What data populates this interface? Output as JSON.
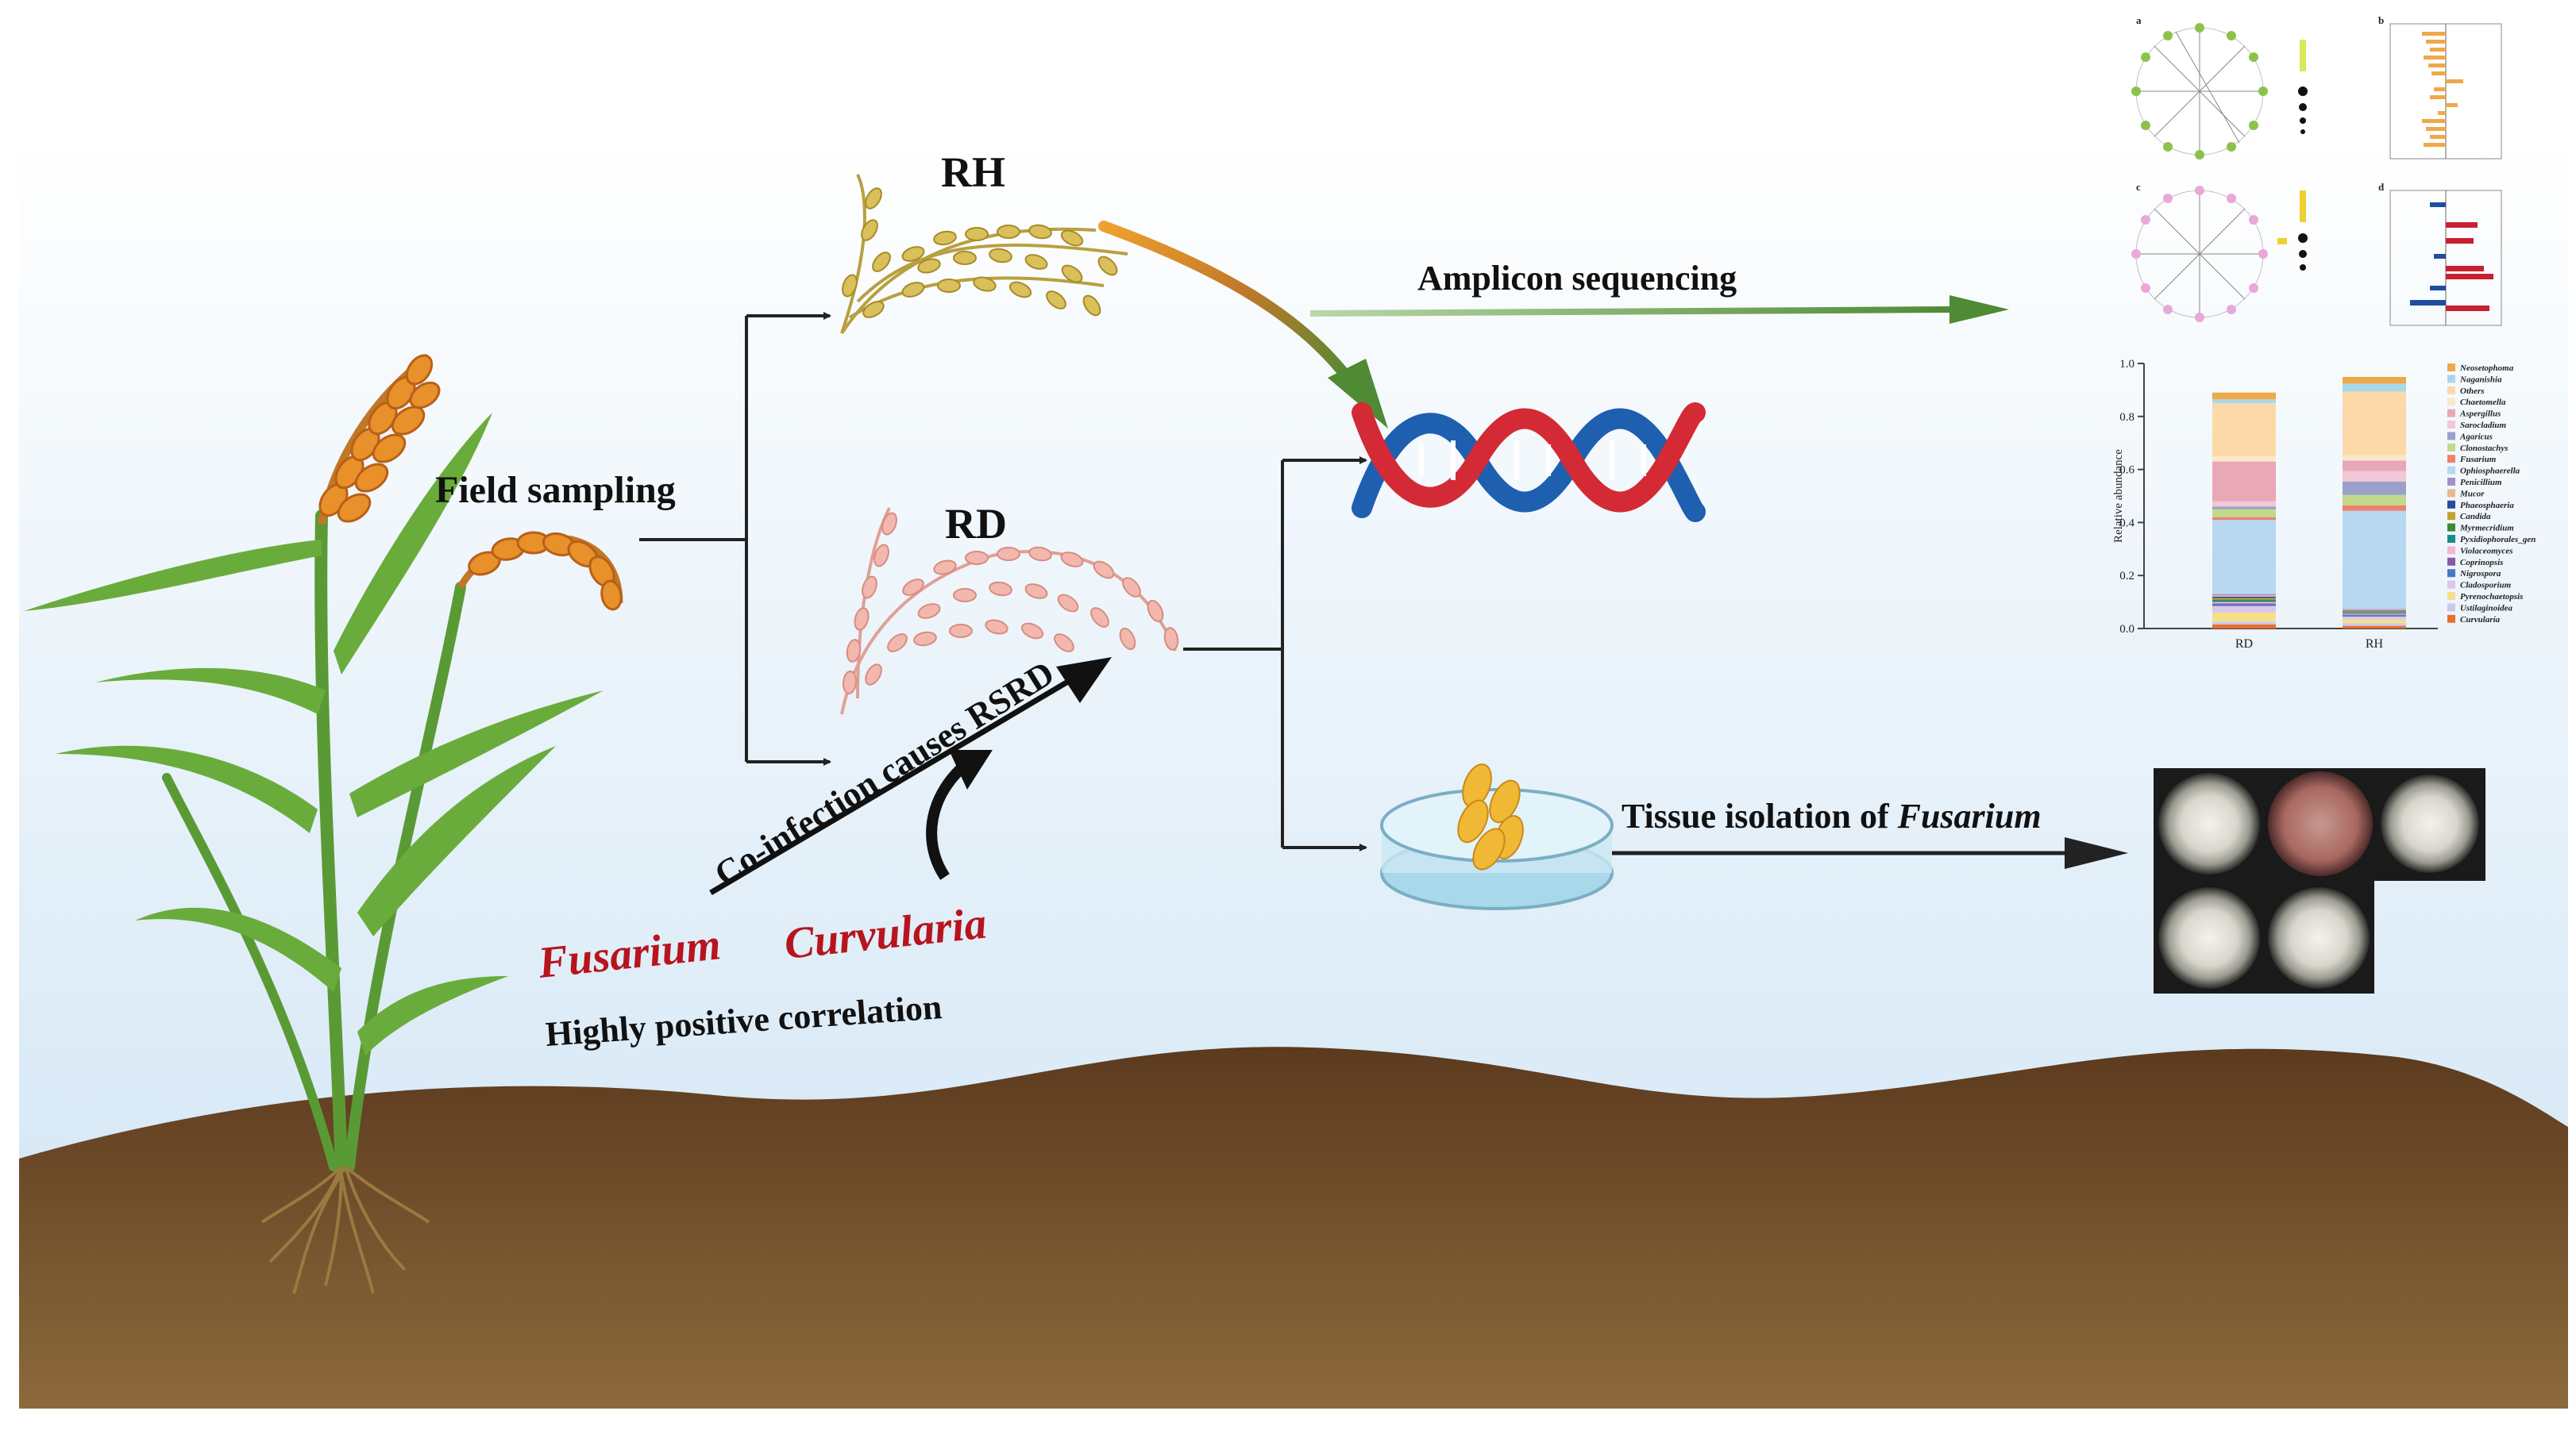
{
  "labels": {
    "rh": "RH",
    "rd": "RD",
    "field_sampling": "Field sampling",
    "amplicon": "Amplicon sequencing",
    "tissue_prefix": "Tissue isolation of ",
    "tissue_genus": "Fusarium",
    "coinfection": "Co-infection causes RSRD",
    "fusarium": "Fusarium",
    "curvularia": "Curvularia",
    "correlation": "Highly positive correlation"
  },
  "panel_letters": [
    "a",
    "b",
    "c",
    "d"
  ],
  "colors": {
    "sky_top": "#ffffff",
    "sky_bottom": "#cfe4f4",
    "soil_top": "#5c3a1e",
    "soil_bottom": "#8c6a3c",
    "accent_red": "#b8141e",
    "arrow_green": "#4f8a35"
  },
  "chart_data": {
    "type": "bar",
    "stacked": true,
    "categories": [
      "RD",
      "RH"
    ],
    "ylabel": "Relative abundance",
    "ylim": [
      0,
      1.0
    ],
    "yticks": [
      "0.0",
      "0.2",
      "0.4",
      "0.6",
      "0.8",
      "1.0"
    ],
    "legend_position": "right",
    "series": [
      {
        "name": "Curvularia",
        "color": "#e8702a",
        "values": [
          0.015,
          0.01
        ]
      },
      {
        "name": "Ustilaginoidea",
        "color": "#c8c8f0",
        "values": [
          0.01,
          0.01
        ]
      },
      {
        "name": "Pyrenochaetopsis",
        "color": "#f5e08a",
        "values": [
          0.035,
          0.015
        ]
      },
      {
        "name": "Cladosporium",
        "color": "#d9c7ec",
        "values": [
          0.025,
          0.01
        ]
      },
      {
        "name": "Nigrospora",
        "color": "#4a78c8",
        "values": [
          0.005,
          0.005
        ]
      },
      {
        "name": "Coprinopsis",
        "color": "#8a5aa8",
        "values": [
          0.005,
          0.003
        ]
      },
      {
        "name": "Violaceomyces",
        "color": "#f4b8d0",
        "values": [
          0.005,
          0.003
        ]
      },
      {
        "name": "Pyxidiophorales_gen",
        "color": "#1a8a8a",
        "values": [
          0.005,
          0.003
        ]
      },
      {
        "name": "Myrmecridium",
        "color": "#3a8a3a",
        "values": [
          0.005,
          0.003
        ]
      },
      {
        "name": "Candida",
        "color": "#c8a030",
        "values": [
          0.005,
          0.003
        ]
      },
      {
        "name": "Phaeosphaeria",
        "color": "#2a4aa0",
        "values": [
          0.005,
          0.003
        ]
      },
      {
        "name": "Mucor",
        "color": "#e8b890",
        "values": [
          0.005,
          0.003
        ]
      },
      {
        "name": "Penicillium",
        "color": "#a090d0",
        "values": [
          0.005,
          0.003
        ]
      },
      {
        "name": "Ophiosphaerella",
        "color": "#b8d8f0",
        "values": [
          0.28,
          0.37
        ]
      },
      {
        "name": "Fusarium",
        "color": "#f08070",
        "values": [
          0.01,
          0.02
        ]
      },
      {
        "name": "Clonostachys",
        "color": "#c2d88a",
        "values": [
          0.03,
          0.04
        ]
      },
      {
        "name": "Agaricus",
        "color": "#9aa0c8",
        "values": [
          0.01,
          0.05
        ]
      },
      {
        "name": "Sarocladium",
        "color": "#f0c8d8",
        "values": [
          0.02,
          0.04
        ]
      },
      {
        "name": "Aspergillus",
        "color": "#e8a8b8",
        "values": [
          0.15,
          0.04
        ]
      },
      {
        "name": "Chaetomella",
        "color": "#fbe8c8",
        "values": [
          0.02,
          0.02
        ]
      },
      {
        "name": "Others",
        "color": "#fcd9a8",
        "values": [
          0.2,
          0.24
        ]
      },
      {
        "name": "Naganishia",
        "color": "#a8d8e8",
        "values": [
          0.015,
          0.03
        ]
      },
      {
        "name": "Neosetophoma",
        "color": "#f0a848",
        "values": [
          0.025,
          0.025
        ]
      }
    ]
  }
}
